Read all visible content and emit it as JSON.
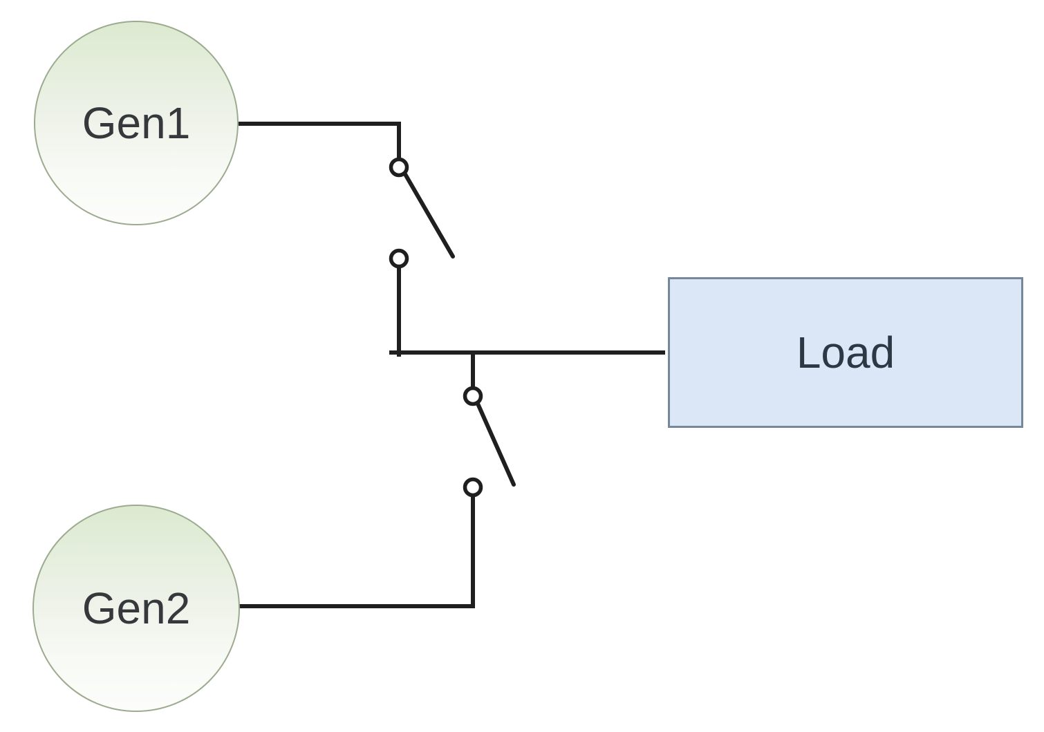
{
  "diagram": {
    "type": "single-line-circuit-diagram",
    "background": "#ffffff",
    "nodes": {
      "gen1": {
        "label": "Gen1",
        "kind": "generator",
        "shape": "circle"
      },
      "gen2": {
        "label": "Gen2",
        "kind": "generator",
        "shape": "circle"
      },
      "load": {
        "label": "Load",
        "kind": "load",
        "shape": "rectangle"
      }
    },
    "switches": {
      "switch1": {
        "state": "open",
        "connects": [
          "Gen1",
          "Load"
        ]
      },
      "switch2": {
        "state": "open",
        "connects": [
          "Gen2",
          "Load"
        ]
      }
    },
    "connections": [
      {
        "from": "Gen1",
        "to": "Load",
        "via": "switch1 (open)"
      },
      {
        "from": "Gen2",
        "to": "Load",
        "via": "switch2 (open)"
      }
    ],
    "colors": {
      "wire": "#1f1f1f",
      "generator_fill_top": "#dcead0",
      "generator_fill_bottom": "#fcfdfb",
      "generator_border": "#9cab8f",
      "load_fill": "#dbe7f7",
      "load_border": "#77879b",
      "generator_label_text": "#36393c",
      "load_label_text": "#2d3845"
    }
  }
}
